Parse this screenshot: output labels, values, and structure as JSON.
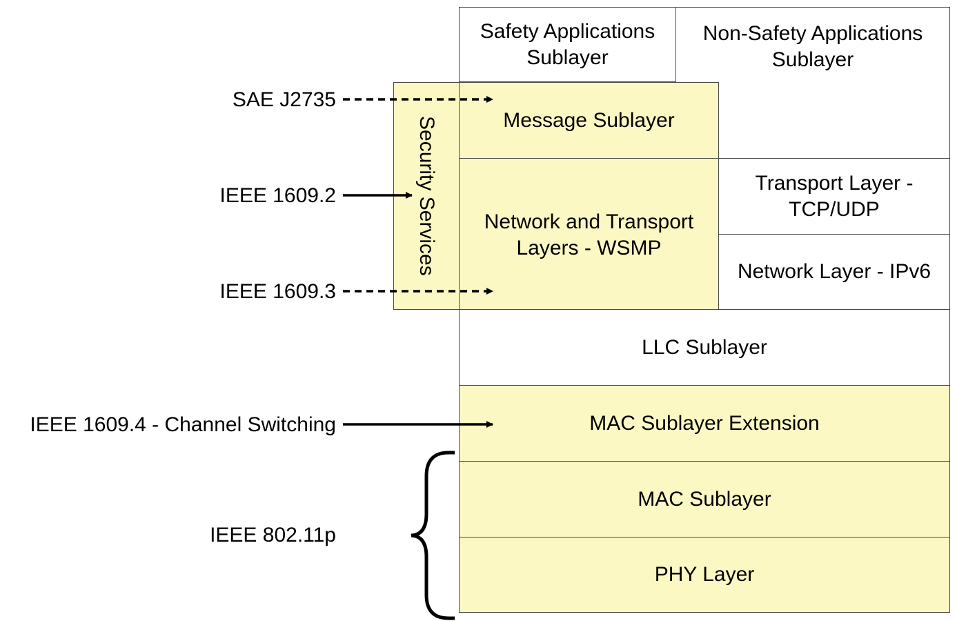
{
  "diagram": {
    "title": "WAVE / DSRC protocol stack",
    "colors": {
      "highlight": "#FBF8C4",
      "border": "#4a4a4a",
      "plain": "#ffffff"
    },
    "layers": {
      "safety_apps": "Safety Applications\nSublayer",
      "non_safety_apps": "Non-Safety Applications\nSublayer",
      "message": "Message Sublayer",
      "wsmp": "Network and Transport\nLayers - WSMP",
      "transport": "Transport Layer -\nTCP/UDP",
      "network": "Network Layer - IPv6",
      "security": "Security Services",
      "llc": "LLC Sublayer",
      "mac_ext": "MAC Sublayer Extension",
      "mac": "MAC Sublayer",
      "phy": "PHY Layer"
    },
    "standards": {
      "sae_j2735": "SAE J2735",
      "ieee_1609_2": "IEEE 1609.2",
      "ieee_1609_3": "IEEE 1609.3",
      "ieee_1609_4": "IEEE 1609.4 - Channel Switching",
      "ieee_802_11p": "IEEE 802.11p"
    },
    "connectors": [
      {
        "from": "SAE J2735",
        "to": "Message Sublayer",
        "style": "dashed-arrow"
      },
      {
        "from": "IEEE 1609.2",
        "to": "Security Services",
        "style": "solid-arrow"
      },
      {
        "from": "IEEE 1609.3",
        "to": "Network and Transport Layers - WSMP",
        "style": "dashed-arrow"
      },
      {
        "from": "IEEE 1609.4 - Channel Switching",
        "to": "MAC Sublayer Extension",
        "style": "solid-arrow"
      },
      {
        "from": "IEEE 802.11p",
        "to": "MAC Sublayer + PHY Layer",
        "style": "curly-brace"
      }
    ]
  }
}
